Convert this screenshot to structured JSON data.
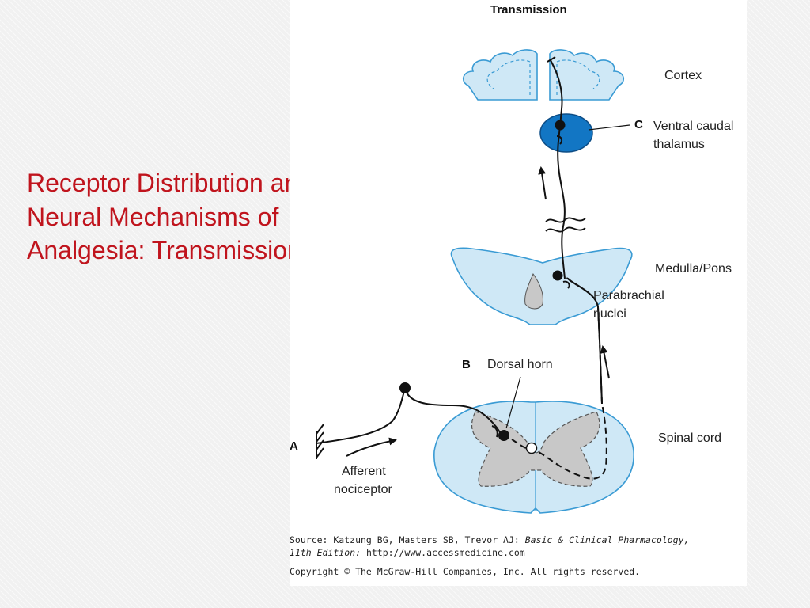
{
  "slide": {
    "title_line1": "Receptor Distribution and",
    "title_line2": "Neural Mechanisms of",
    "title_line3": "Analgesia: Transmission"
  },
  "figure": {
    "heading": "Transmission",
    "labels": {
      "cortex": "Cortex",
      "ventral_caudal_line1": "Ventral caudal",
      "ventral_caudal_line2": "thalamus",
      "medulla_pons": "Medulla/Pons",
      "parabrachial_line1": "Parabrachial",
      "parabrachial_line2": "nuclei",
      "dorsal_horn": "Dorsal horn",
      "spinal_cord": "Spinal cord",
      "afferent_line1": "Afferent",
      "afferent_line2": "nociceptor",
      "marker_a": "A",
      "marker_b": "B",
      "marker_c": "C"
    },
    "source": {
      "line1_plain": "Source: Katzung BG, Masters SB, Trevor AJ: ",
      "line1_italic": "Basic & Clinical Pharmacology,",
      "line2_italic": "11th Edition: ",
      "line2_plain": "http://www.accessmedicine.com",
      "line3": "Copyright © The McGraw-Hill Companies, Inc. All rights reserved."
    }
  },
  "colors": {
    "title": "#c0141d",
    "tissue_fill": "#cfe8f6",
    "tissue_stroke": "#3a9bd4",
    "thalamus": "#1276c4",
    "gray_matter": "#c8c8c8"
  }
}
